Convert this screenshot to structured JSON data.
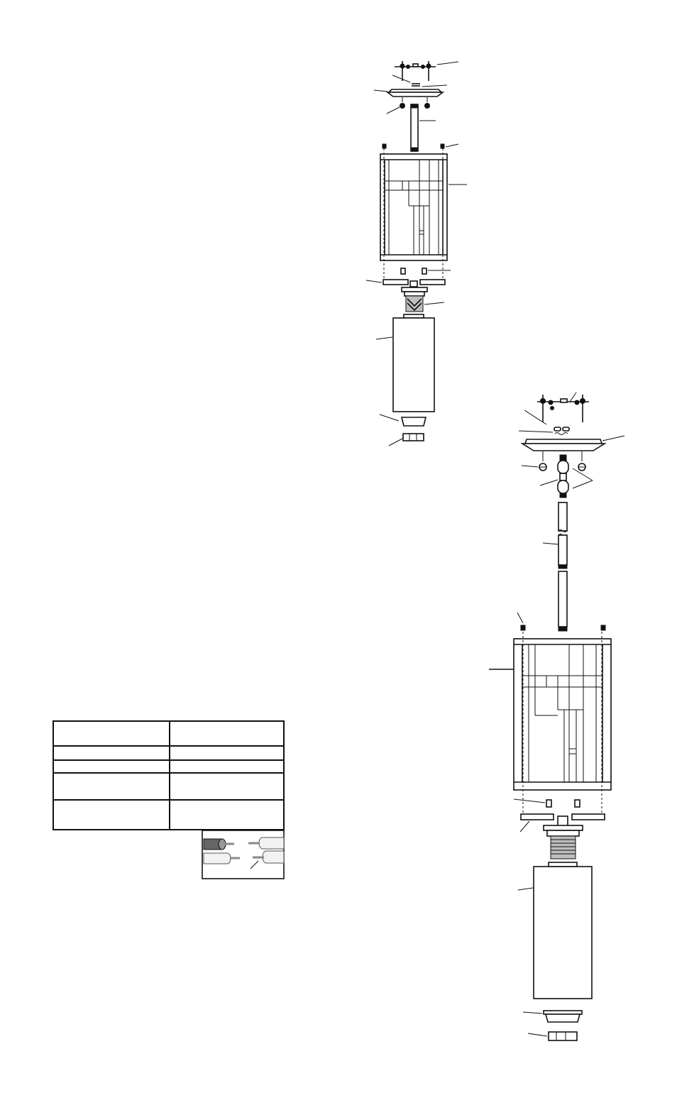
{
  "document": {
    "diagrams": [
      {
        "name": "short-stem-ceiling-fixture-exploded-view",
        "part_labels": []
      },
      {
        "name": "chain-hung-pendant-fixture-exploded-view",
        "part_labels": []
      }
    ],
    "wiring_table": {
      "columns": 2,
      "rows": 5,
      "cells": []
    },
    "wire_identification_inset": {
      "wires": [
        "braided-wire",
        "smooth-wire",
        "ribbed-wire",
        "ground-wire"
      ]
    }
  }
}
